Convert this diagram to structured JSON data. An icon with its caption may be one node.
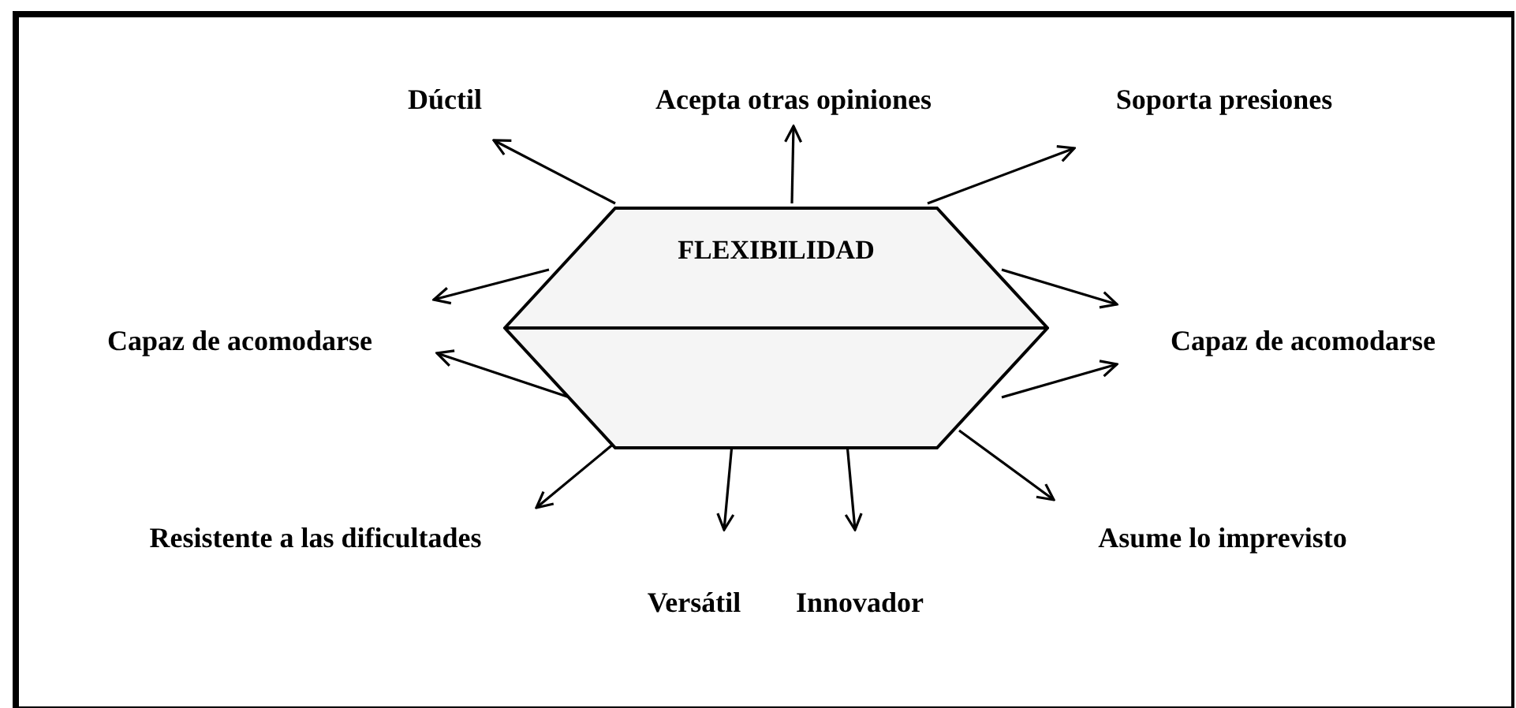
{
  "diagram": {
    "nodes": [
      {
        "text": [
          "Dúctil"
        ]
      },
      {
        "text": [
          "Acepta otras opiniones"
        ]
      },
      {
        "text": [
          "Soporta presiones"
        ]
      },
      {
        "text": [
          "FLEXIBILIDAD"
        ]
      },
      {
        "text": [
          "Capaz de acomodarse"
        ]
      },
      {
        "text": [
          "Capaz de acomodarse"
        ]
      },
      {
        "text": [
          "Resistente a las dificultades"
        ]
      },
      {
        "text": [
          "Asume lo imprevisto"
        ]
      },
      {
        "text": [
          "Versátil"
        ]
      },
      {
        "text": [
          "Innovador"
        ]
      }
    ],
    "edges": [
      {
        "from": 3,
        "to": 0,
        "arrow": "to"
      },
      {
        "from": 3,
        "to": 1,
        "arrow": "to"
      },
      {
        "from": 3,
        "to": 2,
        "arrow": "to"
      },
      {
        "from": 3,
        "to": 5,
        "arrow": "to"
      },
      {
        "from": 3,
        "to": 5,
        "arrow": "to"
      },
      {
        "from": 3,
        "to": 7,
        "arrow": "to"
      },
      {
        "from": 3,
        "to": 9,
        "arrow": "to"
      },
      {
        "from": 3,
        "to": 8,
        "arrow": "to"
      },
      {
        "from": 3,
        "to": 6,
        "arrow": "to"
      },
      {
        "from": 3,
        "to": 4,
        "arrow": "to"
      },
      {
        "from": 3,
        "to": 4,
        "arrow": "to"
      }
    ]
  }
}
